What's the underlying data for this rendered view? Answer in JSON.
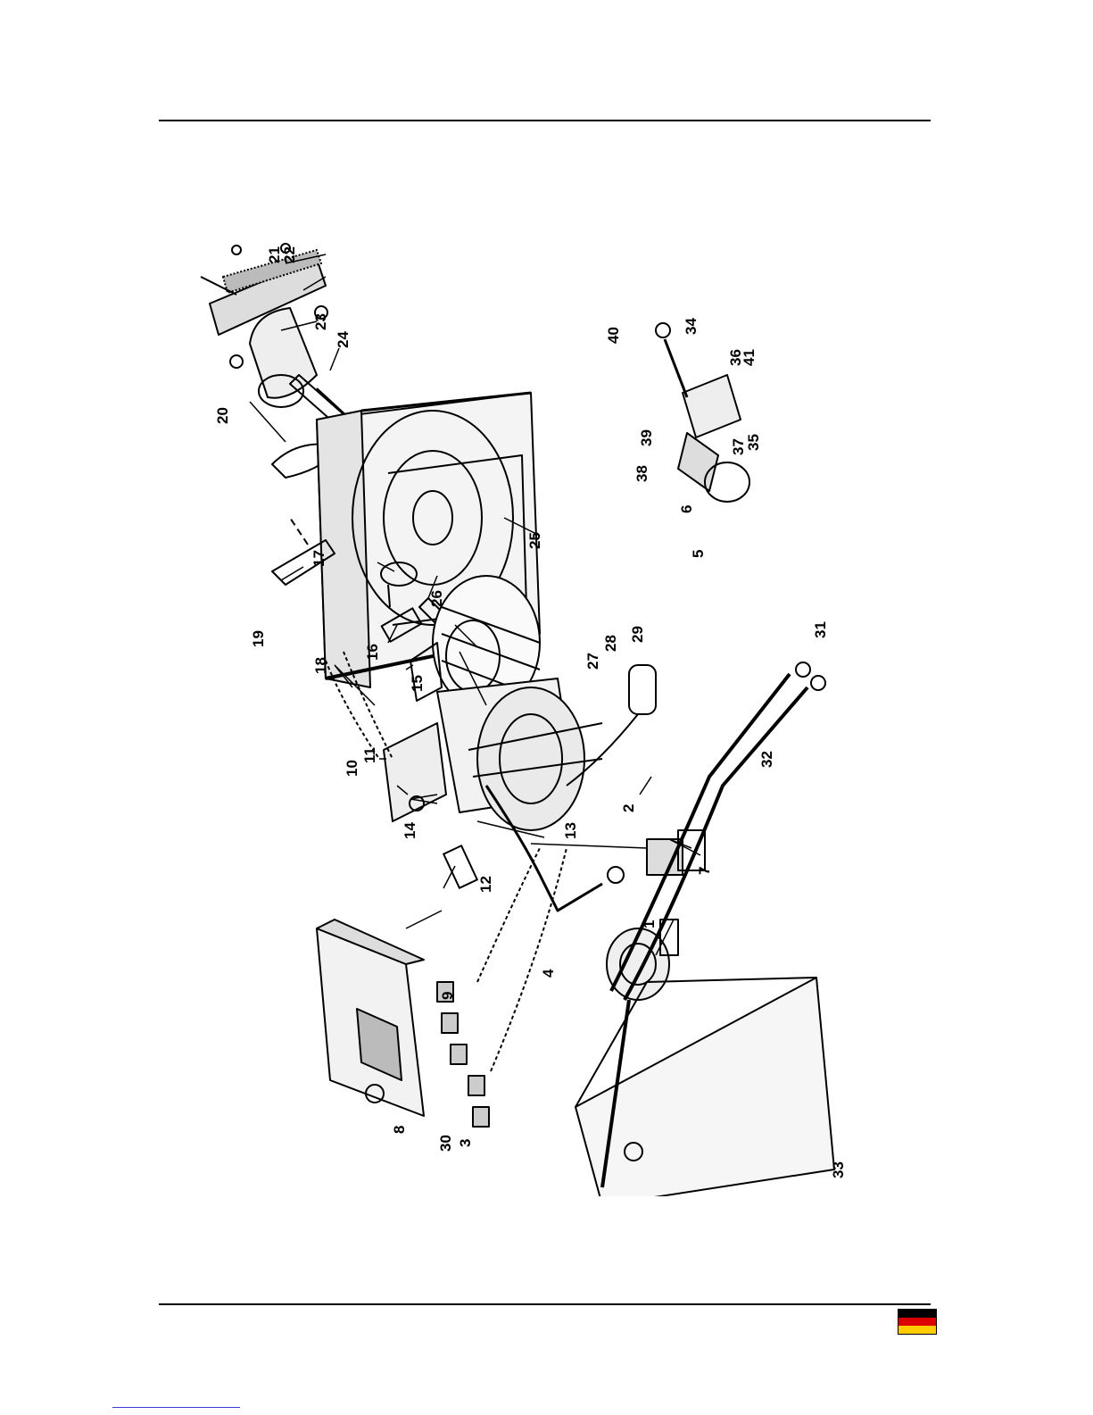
{
  "figure": {
    "callouts": [
      "1",
      "2",
      "3",
      "4",
      "5",
      "6",
      "7",
      "8",
      "9",
      "10",
      "11",
      "12",
      "13",
      "14",
      "15",
      "16",
      "17",
      "18",
      "19",
      "20",
      "21",
      "22",
      "23",
      "24",
      "25",
      "26",
      "27",
      "28",
      "29",
      "30",
      "31",
      "32",
      "33",
      "34",
      "35",
      "36",
      "37",
      "38",
      "39",
      "40",
      "41"
    ]
  },
  "flag": {
    "colors": [
      "#000000",
      "#dd0000",
      "#ffcc00"
    ]
  }
}
